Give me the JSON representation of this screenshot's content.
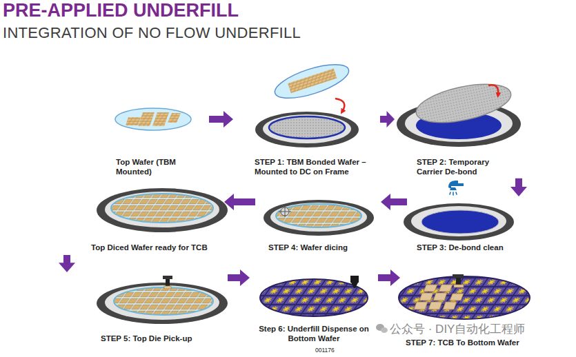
{
  "diagram": {
    "title": "PRE-APPLIED UNDERFILL",
    "nodes": [
      {
        "text": [
          "Top Wafer (TBM Mounted)"
        ]
      },
      {
        "text": [
          "STEP 1: TBM Bonded Wafer – Mounted to DC on Frame"
        ]
      },
      {
        "text": [
          "STEP 2: Temporary Carrier De-bond"
        ]
      },
      {
        "text": [
          "STEP 3: De-bond clean"
        ]
      },
      {
        "text": [
          "STEP 4: Wafer dicing"
        ]
      },
      {
        "text": [
          "Top Diced Wafer ready for TCB"
        ]
      },
      {
        "text": [
          "STEP 5: Top Die Pick-up"
        ]
      },
      {
        "text": [
          "Step 6: Underfill Dispense on Bottom Wafer"
        ]
      },
      {
        "text": [
          "STEP 7: TCB To Bottom Wafer"
        ]
      }
    ],
    "edges": [
      {
        "from": 0,
        "to": 1,
        "arrow": "to"
      },
      {
        "from": 1,
        "to": 2,
        "arrow": "to"
      },
      {
        "from": 2,
        "to": 3,
        "arrow": "to"
      },
      {
        "from": 3,
        "to": 4,
        "arrow": "to"
      },
      {
        "from": 4,
        "to": 5,
        "arrow": "to"
      },
      {
        "from": 5,
        "to": 6,
        "arrow": "to"
      },
      {
        "from": 6,
        "to": 7,
        "arrow": "to"
      },
      {
        "from": 7,
        "to": 8,
        "arrow": "to"
      }
    ],
    "labels": [
      "INTEGRATION OF NO FLOW UNDERFILL",
      "001176",
      "公众号 · DIY自动化工程师"
    ]
  }
}
